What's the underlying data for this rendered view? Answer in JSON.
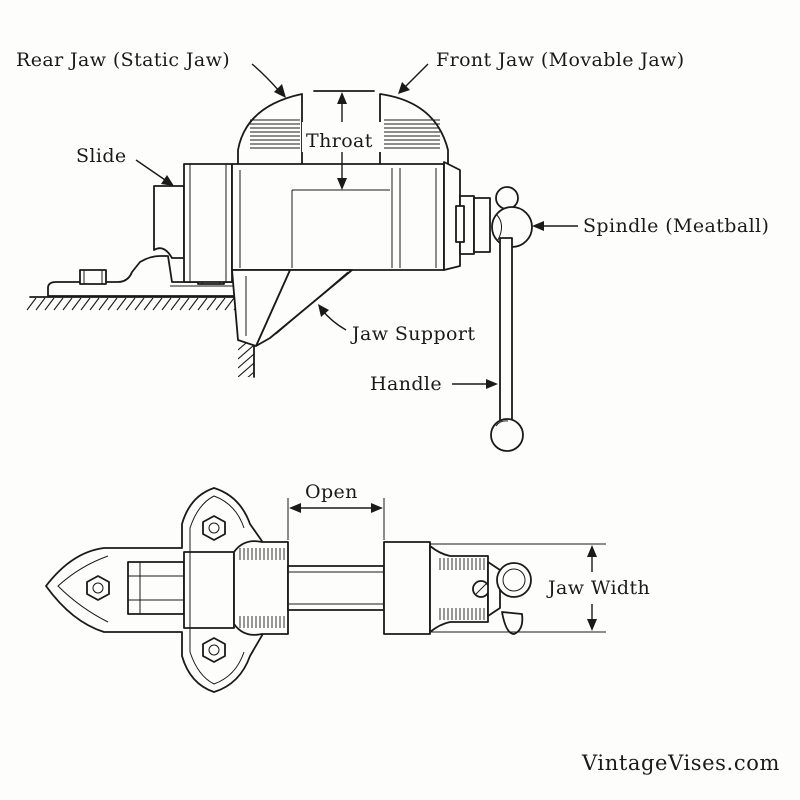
{
  "labels": {
    "rear_jaw": "Rear Jaw (Static Jaw)",
    "front_jaw": "Front Jaw (Movable Jaw)",
    "throat": "Throat",
    "slide": "Slide",
    "spindle": "Spindle (Meatball)",
    "jaw_support": "Jaw Support",
    "handle": "Handle",
    "open": "Open",
    "jaw_width": "Jaw Width"
  },
  "watermark": "VintageVises.com"
}
